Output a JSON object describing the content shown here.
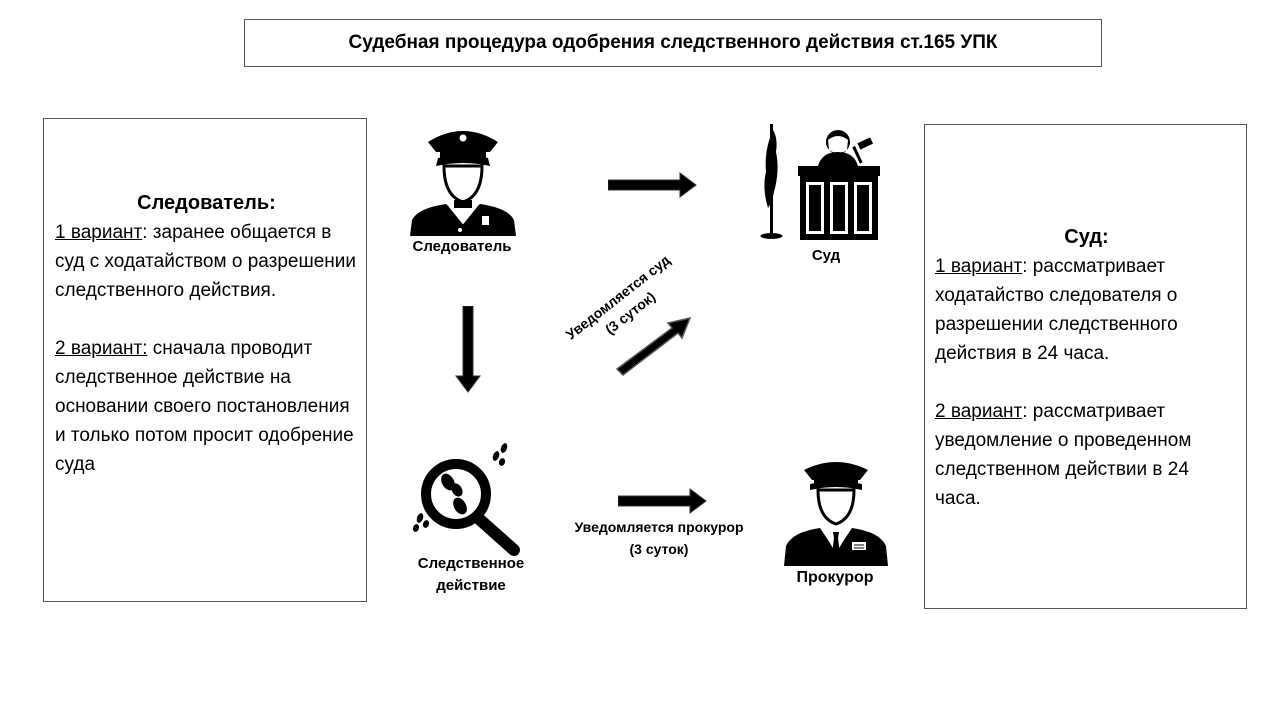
{
  "title": "Судебная процедура одобрения следственного действия ст.165 УПК",
  "left_panel": {
    "heading": "Следователь:",
    "v1_label": "1 вариант",
    "v1_text": ": заранее общается в суд с ходатайством о разрешении следственного действия.",
    "v2_label": "2 вариант:",
    "v2_text": " сначала проводит следственное действие на основании своего постановления и только потом просит одобрение суда"
  },
  "right_panel": {
    "heading": "Суд:",
    "v1_label": "1 вариант",
    "v1_text": ": рассматривает ходатайство следователя о разрешении следственного действия в 24 часа.",
    "v2_label": "2 вариант",
    "v2_text": ": рассматривает уведомление о проведенном следственном действии в 24 часа."
  },
  "nodes": {
    "investigator": "Следователь",
    "court": "Суд",
    "investigative_action_line1": "Следственное",
    "investigative_action_line2": "действие",
    "prosecutor": "Прокурор"
  },
  "edges": {
    "court_notified_line1": "Уведомляется суд",
    "court_notified_line2": "(3 суток)",
    "prosecutor_notified_line1": "Уведомляется прокурор",
    "prosecutor_notified_line2": "(3 суток)"
  },
  "icons": [
    "police-officer-icon",
    "judge-icon",
    "magnifier-footprints-icon",
    "prosecutor-icon",
    "arrow-icon"
  ]
}
